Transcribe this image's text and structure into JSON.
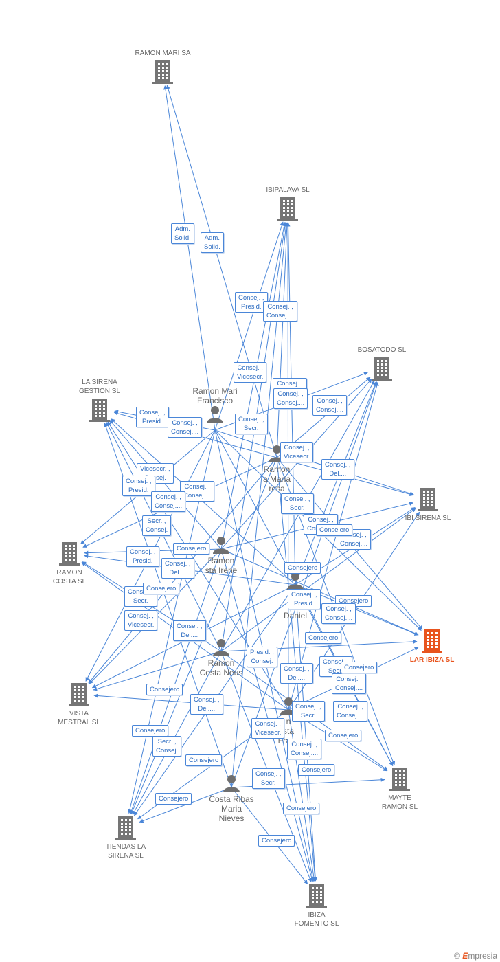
{
  "diagram": {
    "companies": [
      {
        "id": "ramon-mari-sa",
        "label": "RAMON MARI SA"
      },
      {
        "id": "ibipalava-sl",
        "label": "IBIPALAVA SL"
      },
      {
        "id": "bosatodo-sl",
        "label": "BOSATODO SL"
      },
      {
        "id": "la-sirena-gestion-sl",
        "label": "LA SIRENA\nGESTION SL"
      },
      {
        "id": "ibi-sirena-sl",
        "label": "IBI SIRENA SL"
      },
      {
        "id": "ramon-costa-sl",
        "label": "RAMON\nCOSTA SL"
      },
      {
        "id": "lar-ibiza-sl",
        "label": "LAR IBIZA SL",
        "focus": true
      },
      {
        "id": "vista-mestral-sl",
        "label": "VISTA\nMESTRAL SL"
      },
      {
        "id": "mayte-ramon-sl",
        "label": "MAYTE\nRAMON SL"
      },
      {
        "id": "tiendas-la-sirena-sl",
        "label": "TIENDAS LA\nSIRENA SL"
      },
      {
        "id": "ibiza-fomento-sl",
        "label": "IBIZA\nFOMENTO SL"
      }
    ],
    "persons": [
      {
        "id": "ramon-mari-francisco",
        "label": "Ramon Mari\nFrancisco"
      },
      {
        "id": "ramon-maria-teresa",
        "label": "Ramon\n a Maria\nresa"
      },
      {
        "id": "ramon-costa-irene",
        "label": "Ramon\nsta Irene"
      },
      {
        "id": "daniel",
        "label": "R\n\nDaniel"
      },
      {
        "id": "ramon-costa-neus",
        "label": "Ramon\nCosta Neus"
      },
      {
        "id": "francisco",
        "label": "n\nsta\nFranc"
      },
      {
        "id": "costa-ribas-maria-nieves",
        "label": "Costa Ribas\nMaria\nNieves"
      }
    ],
    "edge_labels": [
      "Adm.\nSolid.",
      "Adm.\nSolid.",
      "Consej. ,\nPresid.",
      "Consej. ,\nConsej....",
      "Consej. ,\nVicesecr.",
      "Consej. ,\nConsej....",
      "Consej. ,\nConsej....",
      "Consej. ,\nSecr.",
      "Consej. ,\nPresid.",
      "Consej. ,\nConsej....",
      "Consej. ,\nVicesecr.",
      "Consej. ,\nConsej....",
      "Consej. ,\nDel....",
      "Vicesecr. ,\nConsej.",
      "Consej. ,\nPresid.",
      "Consej. ,\nConsej....",
      "Consej. ,\nConsej....",
      "Consej. ,\nSecr.",
      "Consej. ,\nConsej....",
      "Secr. ,\nConsej.",
      "Consejero",
      "Consej. ,\nConsej....",
      "Consej. ,\nPresid.",
      "Consejero",
      "Consej. ,\nDel....",
      "Consejero",
      "Consej. ,\nSecr.",
      "Consejero",
      "Consej. ,\nPresid.",
      "Consejero",
      "Consej. ,\nConsej....",
      "Consej. ,\nVicesecr.",
      "Consej. ,\nDel....",
      "Consejero",
      "Presid. ,\nConsej.",
      "Consej. ,\nSecr.",
      "Consej. ,\nDel....",
      "Consej. ,\nConsej....",
      "Consejero",
      "Consejero",
      "Consej. ,\nDel....",
      "Consej. ,\nConsej....",
      "Consej. ,\nSecr.",
      "Consejero",
      "Consej. ,\nVicesecr.",
      "Secr. ,\nConsej.",
      "Consejero",
      "Consejero",
      "Consej. ,\nConsej....",
      "Consej. ,\nSecr.",
      "Consejero",
      "Consejero",
      "Consejero",
      "Consejero"
    ],
    "brand": {
      "copyright": "©",
      "name": "mpresia",
      "initial": "E"
    },
    "colors": {
      "edge": "#4a86d8",
      "company": "#757575",
      "focus": "#e8541e",
      "person": "#6f6f6f"
    }
  }
}
